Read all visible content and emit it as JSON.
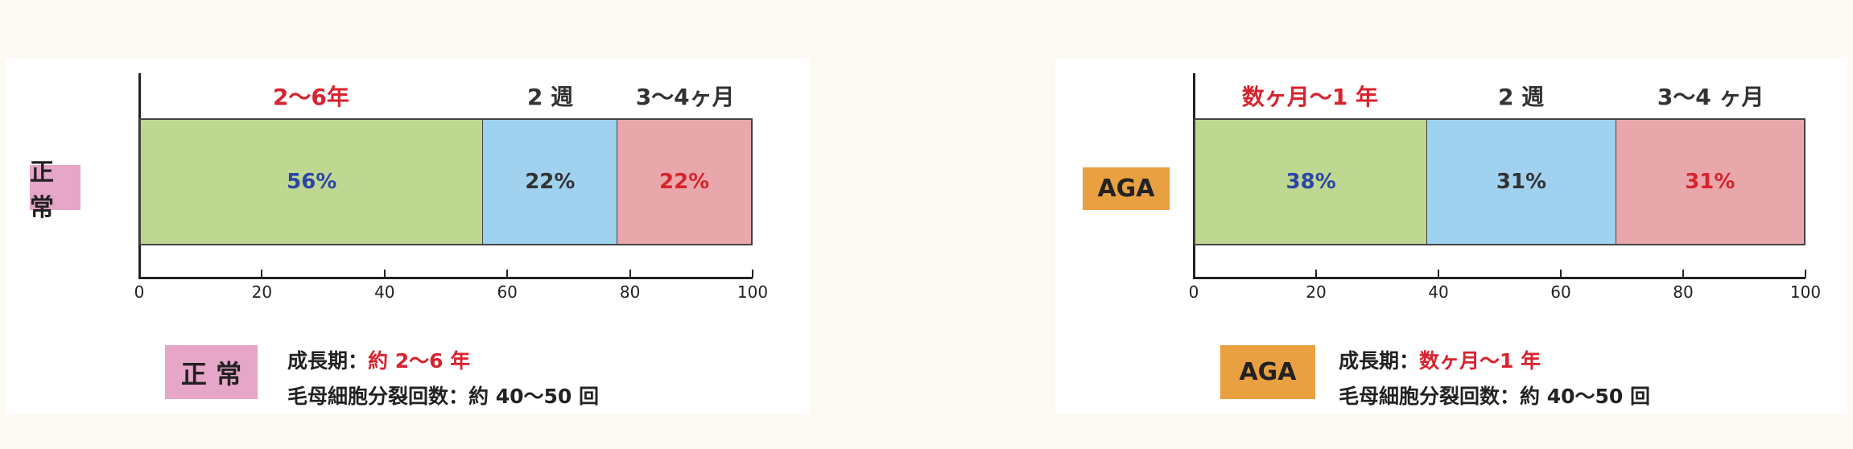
{
  "colors": {
    "green": "#bfd891",
    "blue": "#a0d1ef",
    "pink": "#e8a8ab",
    "red": "#d8232f",
    "navy": "#2b46a8",
    "dark": "#333333",
    "badge_normal": "#e6a6c8",
    "badge_aga": "#e9a041"
  },
  "chart_data": [
    {
      "type": "bar",
      "orientation": "horizontal-stacked",
      "category": "正常",
      "xlim": [
        0,
        100
      ],
      "xticks": [
        "0",
        "20",
        "40",
        "60",
        "80",
        "100"
      ],
      "segments": [
        {
          "name": "2〜6年",
          "value": 56,
          "label": "56%",
          "name_color": "red",
          "label_color": "navy",
          "fill": "green"
        },
        {
          "name": "2 週",
          "value": 22,
          "label": "22%",
          "name_color": "dark",
          "label_color": "dark",
          "fill": "blue"
        },
        {
          "name": "3〜4ヶ月",
          "value": 22,
          "label": "22%",
          "name_color": "dark",
          "label_color": "red",
          "fill": "pink"
        }
      ],
      "badge": "正 常",
      "badge_color": "badge_normal",
      "info": {
        "growth_label": "成長期：",
        "growth_value": "約 2〜6 年",
        "division_label": "毛母細胞分裂回数：約 40〜50 回"
      }
    },
    {
      "type": "bar",
      "orientation": "horizontal-stacked",
      "category": "AGA",
      "xlim": [
        0,
        100
      ],
      "xticks": [
        "0",
        "20",
        "40",
        "60",
        "80",
        "100"
      ],
      "segments": [
        {
          "name": "数ヶ月〜1 年",
          "value": 38,
          "label": "38%",
          "name_color": "red",
          "label_color": "navy",
          "fill": "green"
        },
        {
          "name": "2 週",
          "value": 31,
          "label": "31%",
          "name_color": "dark",
          "label_color": "dark",
          "fill": "blue"
        },
        {
          "name": "3〜4 ヶ月",
          "value": 31,
          "label": "31%",
          "name_color": "dark",
          "label_color": "red",
          "fill": "pink"
        }
      ],
      "badge": "AGA",
      "badge_color": "badge_aga",
      "info": {
        "growth_label": "成長期：",
        "growth_value": "数ヶ月〜1 年",
        "division_label": "毛母細胞分裂回数：約 40〜50 回"
      }
    }
  ]
}
